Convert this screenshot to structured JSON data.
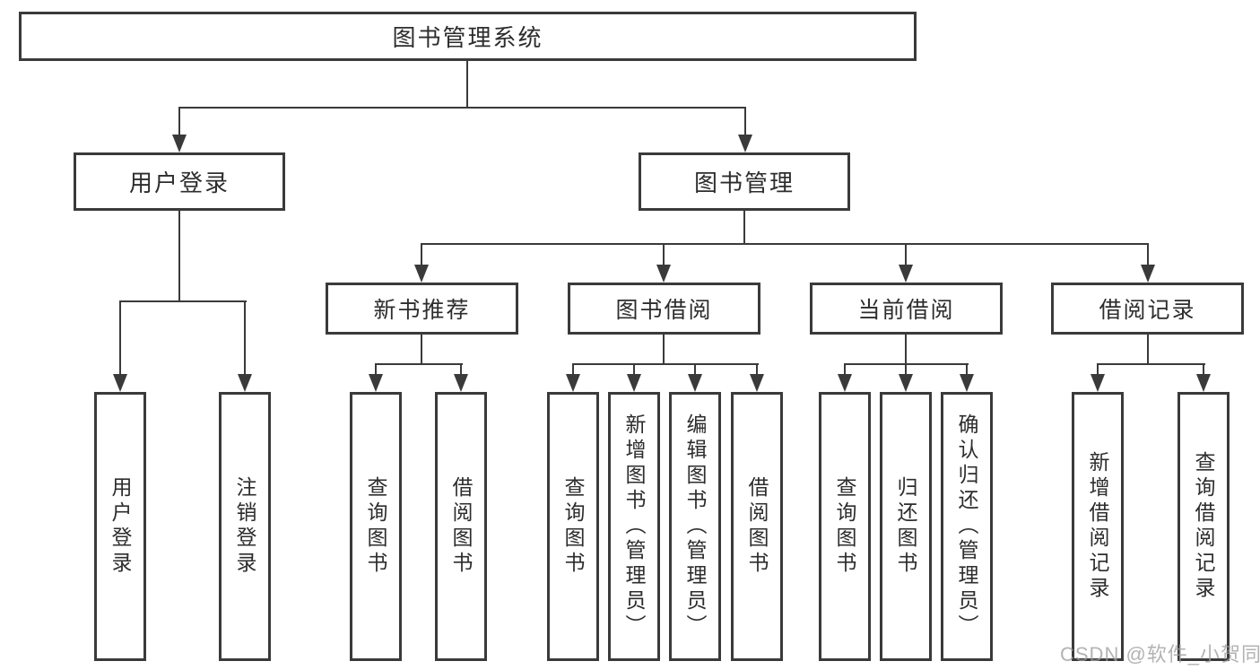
{
  "root": {
    "label": "图书管理系统"
  },
  "level2": {
    "user_login": {
      "label": "用户登录"
    },
    "book_management": {
      "label": "图书管理"
    }
  },
  "level3": {
    "new_book_recommend": {
      "label": "新书推荐"
    },
    "book_borrowing": {
      "label": "图书借阅"
    },
    "current_borrowing": {
      "label": "当前借阅"
    },
    "borrowing_records": {
      "label": "借阅记录"
    }
  },
  "leaves": {
    "login": {
      "label": "用户登录"
    },
    "logout": {
      "label": "注销登录"
    },
    "recommend_query": {
      "label": "查询图书"
    },
    "recommend_borrow": {
      "label": "借阅图书"
    },
    "borrowing_query": {
      "label": "查询图书"
    },
    "borrowing_add": {
      "label": "新增图书（管理员）"
    },
    "borrowing_edit": {
      "label": "编辑图书（管理员）"
    },
    "borrowing_borrow": {
      "label": "借阅图书"
    },
    "current_query": {
      "label": "查询图书"
    },
    "current_return": {
      "label": "归还图书"
    },
    "current_confirm": {
      "label": "确认归还（管理员）"
    },
    "records_add": {
      "label": "新增借阅记录"
    },
    "records_query": {
      "label": "查询借阅记录"
    }
  },
  "watermark": {
    "text": "CSDN @软件_小贺同学"
  },
  "colors": {
    "line": "#3a3a3a",
    "text": "#2d2d2d",
    "watermark": "#9e9e9e",
    "background": "#ffffff"
  }
}
